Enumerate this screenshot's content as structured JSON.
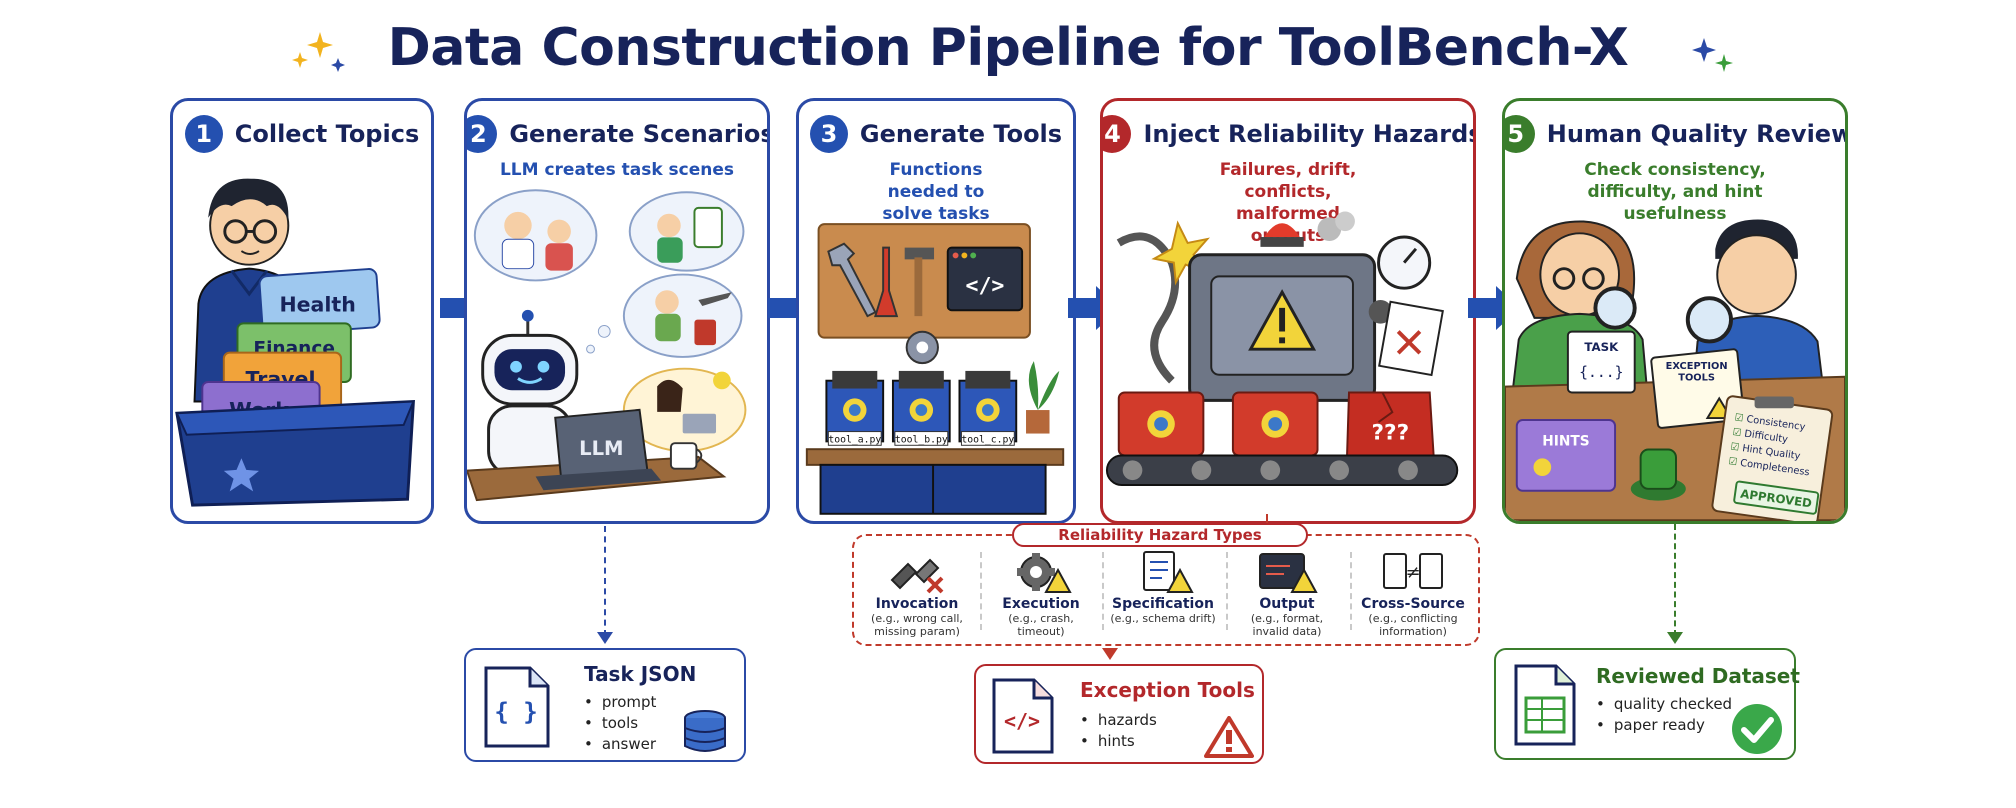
{
  "title": "Data Construction Pipeline for ToolBench-X",
  "stages": [
    {
      "num": "1",
      "title": "Collect Topics",
      "subtitle": "",
      "topics": [
        "Health",
        "Finance",
        "Travel",
        "Work"
      ]
    },
    {
      "num": "2",
      "title": "Generate Scenarios",
      "subtitle": "LLM creates task scenes",
      "laptop_label": "LLM"
    },
    {
      "num": "3",
      "title": "Generate Tools",
      "subtitle": "Functions needed to solve tasks",
      "files": [
        "tool_a.py",
        "tool_b.py",
        "tool_c.py"
      ]
    },
    {
      "num": "4",
      "title": "Inject Reliability Hazards",
      "subtitle": "Failures, drift, conflicts, malformed outputs",
      "crate_label": "???"
    },
    {
      "num": "5",
      "title": "Human Quality Review",
      "subtitle": "Check consistency, difficulty, and hint usefulness",
      "task_card": "TASK",
      "task_brace": "{...}",
      "exception_card": "EXCEPTION TOOLS",
      "hints_card": "HINTS",
      "checklist": [
        "Consistency",
        "Difficulty",
        "Hint Quality",
        "Completeness"
      ],
      "stamp": "APPROVED"
    }
  ],
  "hazards": {
    "title": "Reliability Hazard Types",
    "items": [
      {
        "name": "Invocation",
        "desc": "(e.g., wrong call, missing param)",
        "icon": "broken-plug-icon"
      },
      {
        "name": "Execution",
        "desc": "(e.g., crash, timeout)",
        "icon": "gear-warning-icon"
      },
      {
        "name": "Specification",
        "desc": "(e.g., schema drift)",
        "icon": "document-warning-icon"
      },
      {
        "name": "Output",
        "desc": "(e.g., format, invalid data)",
        "icon": "terminal-warning-icon"
      },
      {
        "name": "Cross-Source",
        "desc": "(e.g., conflicting information)",
        "icon": "documents-not-equal-icon"
      }
    ]
  },
  "outputs": {
    "task_json": {
      "title": "Task JSON",
      "items": [
        "prompt",
        "tools",
        "answer"
      ],
      "icon_glyph": "{ }"
    },
    "exception_tools": {
      "title": "Exception Tools",
      "items": [
        "hazards",
        "hints"
      ],
      "icon_glyph": "</>"
    },
    "reviewed_dataset": {
      "title": "Reviewed Dataset",
      "items": [
        "quality checked",
        "paper ready"
      ]
    }
  },
  "colors": {
    "blue": "#2450b0",
    "red": "#b3282b",
    "green": "#3a7d2c",
    "navy": "#17235a"
  }
}
